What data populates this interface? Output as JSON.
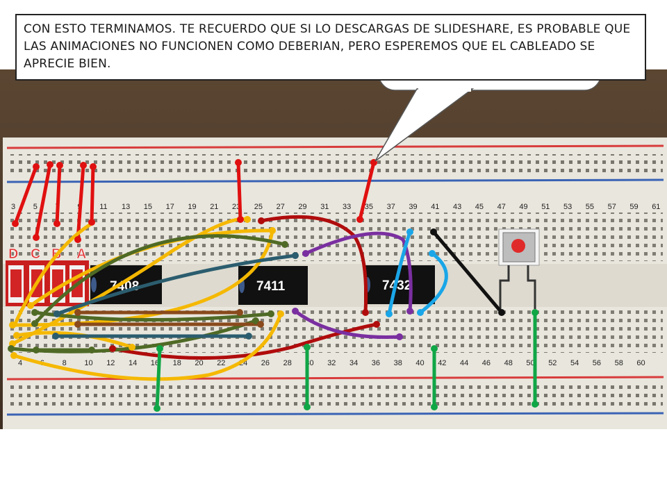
{
  "callout": {
    "text": "CON ESTO TERMINAMOS. TE RECUERDO QUE SI LO DESCARGAS DE SLIDESHARE, ES PROBABLE QUE LAS ANIMACIONES NO FUNCIONEN COMO DEBERIAN, PERO ESPEREMOS QUE EL CABLEADO SE APRECIE BIEN."
  },
  "chips": [
    {
      "label": "7408"
    },
    {
      "label": "7411"
    },
    {
      "label": "7432"
    }
  ],
  "switches": [
    {
      "label": "D"
    },
    {
      "label": "C"
    },
    {
      "label": "B"
    },
    {
      "label": "A"
    }
  ],
  "column_numbers_top": [
    "3",
    "5",
    "7",
    "9",
    "11",
    "13",
    "15",
    "17",
    "19",
    "21",
    "23",
    "25",
    "27",
    "29",
    "31",
    "33",
    "35",
    "37",
    "39",
    "41",
    "43",
    "45",
    "47",
    "49",
    "51",
    "53",
    "55",
    "57",
    "59",
    "61"
  ],
  "column_numbers_bottom": [
    "4",
    "6",
    "8",
    "10",
    "12",
    "14",
    "16",
    "18",
    "20",
    "22",
    "24",
    "26",
    "28",
    "30",
    "32",
    "34",
    "36",
    "38",
    "40",
    "42",
    "44",
    "46",
    "48",
    "50",
    "52",
    "54",
    "56",
    "58",
    "60"
  ],
  "colors": {
    "wire_red": "#e01010",
    "wire_darkred": "#b00c0c",
    "wire_yellow": "#f5b800",
    "wire_olive": "#4f6a25",
    "wire_teal": "#2b5d6e",
    "wire_brown": "#8a4a1c",
    "wire_purple": "#7a2fa0",
    "wire_blue": "#1aa6e8",
    "wire_black": "#111111",
    "wire_green": "#10a646",
    "board": "#e9e6dd",
    "chip": "#111111"
  }
}
